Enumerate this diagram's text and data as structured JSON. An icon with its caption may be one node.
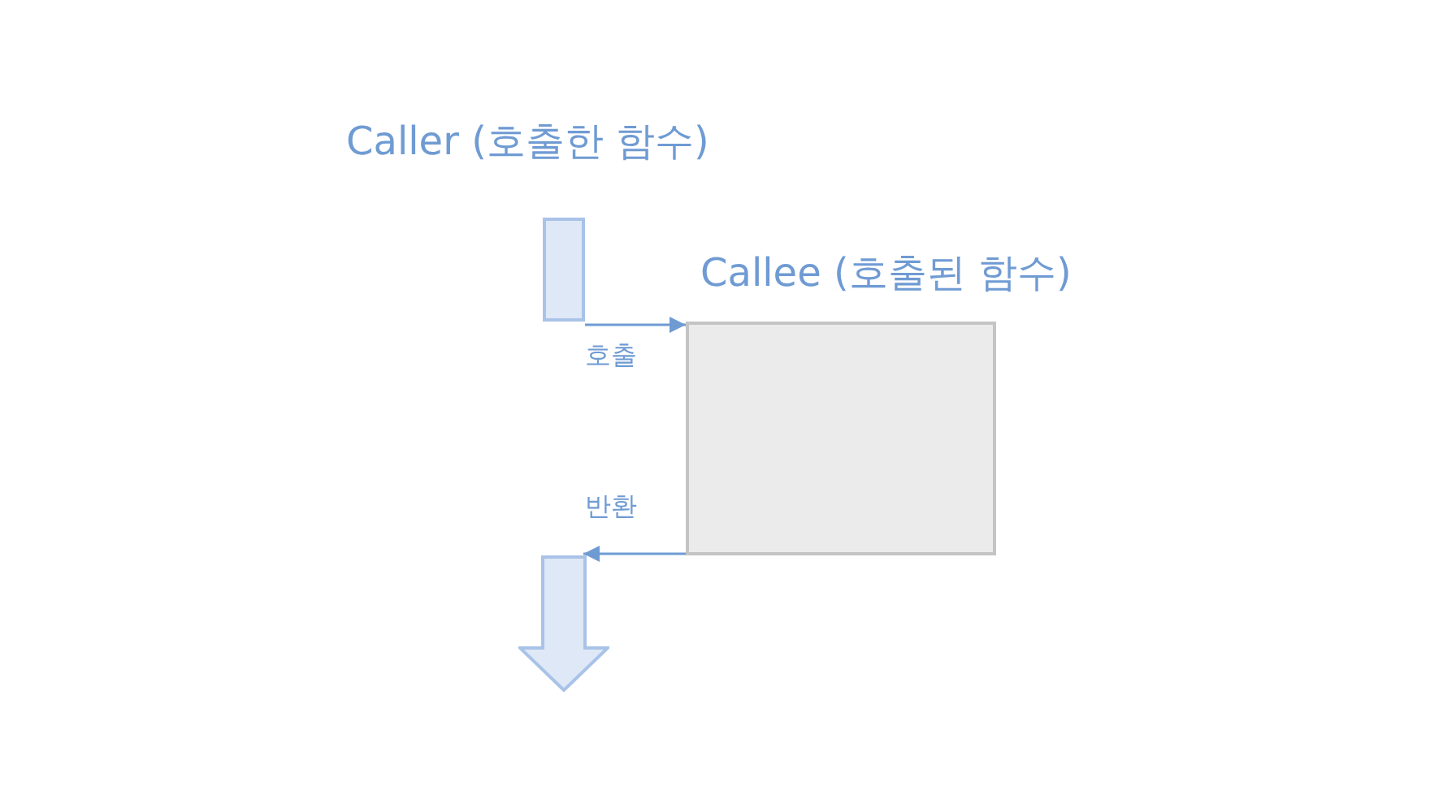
{
  "diagram": {
    "nodes": [
      {
        "text": [
          "Caller (호출한 함수)"
        ]
      },
      {
        "text": [
          "Callee (호출된 함수)"
        ]
      },
      {
        "text": [],
        "shape": "arrow"
      }
    ],
    "edges": [
      {
        "from": 0,
        "to": 1,
        "arrow": "to",
        "label": "호출"
      },
      {
        "from": 1,
        "to": 2,
        "arrow": "to",
        "label": "반환"
      }
    ]
  }
}
